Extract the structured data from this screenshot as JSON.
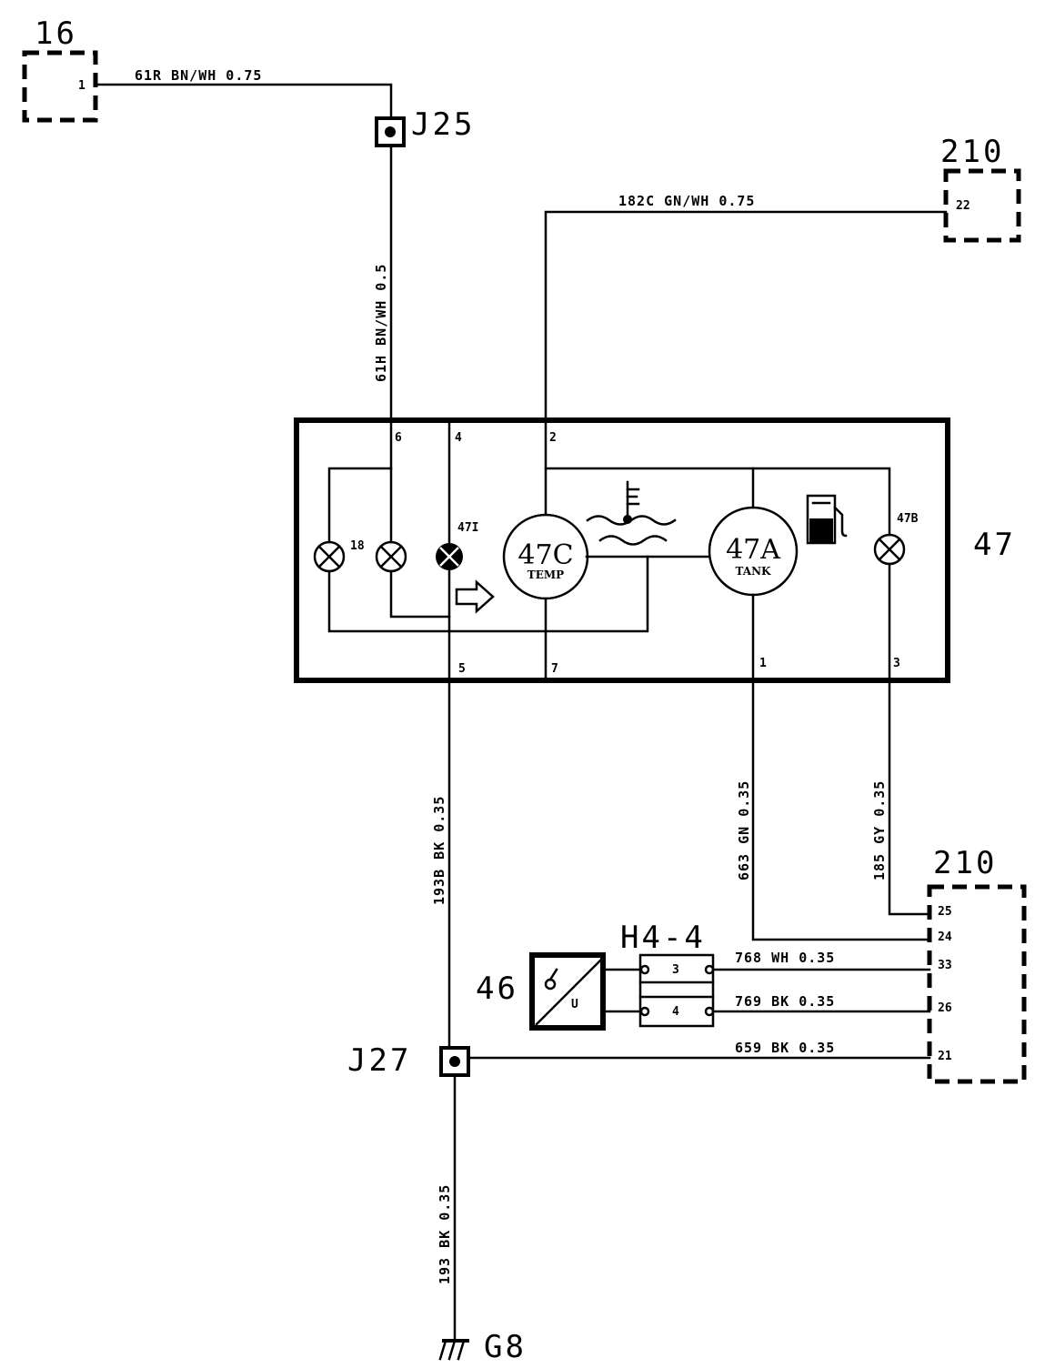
{
  "components": {
    "c16": "16",
    "c210_top": "210",
    "c210_bottom": "210",
    "c47": "47",
    "c46": "46",
    "h44": "H4-4",
    "j25": "J25",
    "j27": "J27",
    "g8": "G8"
  },
  "gauges": {
    "temp_id": "47C",
    "temp_sub": "TEMP",
    "tank_id": "47A",
    "tank_sub": "TANK",
    "lamp_18": "18",
    "lamp_47i": "47I",
    "lamp_47b": "47B"
  },
  "wires": {
    "w61r": "61R  BN/WH  0.75",
    "w61h": "61H  BN/WH  0.5",
    "w182c": "182C  GN/WH  0.75",
    "w193b": "193B  BK  0.35",
    "w663": "663  GN  0.35",
    "w185": "185  GY  0.35",
    "w768": "768  WH  0.35",
    "w769": "769  BK  0.35",
    "w659": "659  BK  0.35",
    "w193": "193  BK  0.35"
  },
  "pins": {
    "c16_p1": "1",
    "c210_p22": "22",
    "p6": "6",
    "p4": "4",
    "p2": "2",
    "p5": "5",
    "p7": "7",
    "p1": "1",
    "p3": "3",
    "h44_p3": "3",
    "h44_p4": "4",
    "c210_p25": "25",
    "c210_p24": "24",
    "c210_p33": "33",
    "c210_p26": "26",
    "c210_p21": "21",
    "c46_u": "U"
  }
}
